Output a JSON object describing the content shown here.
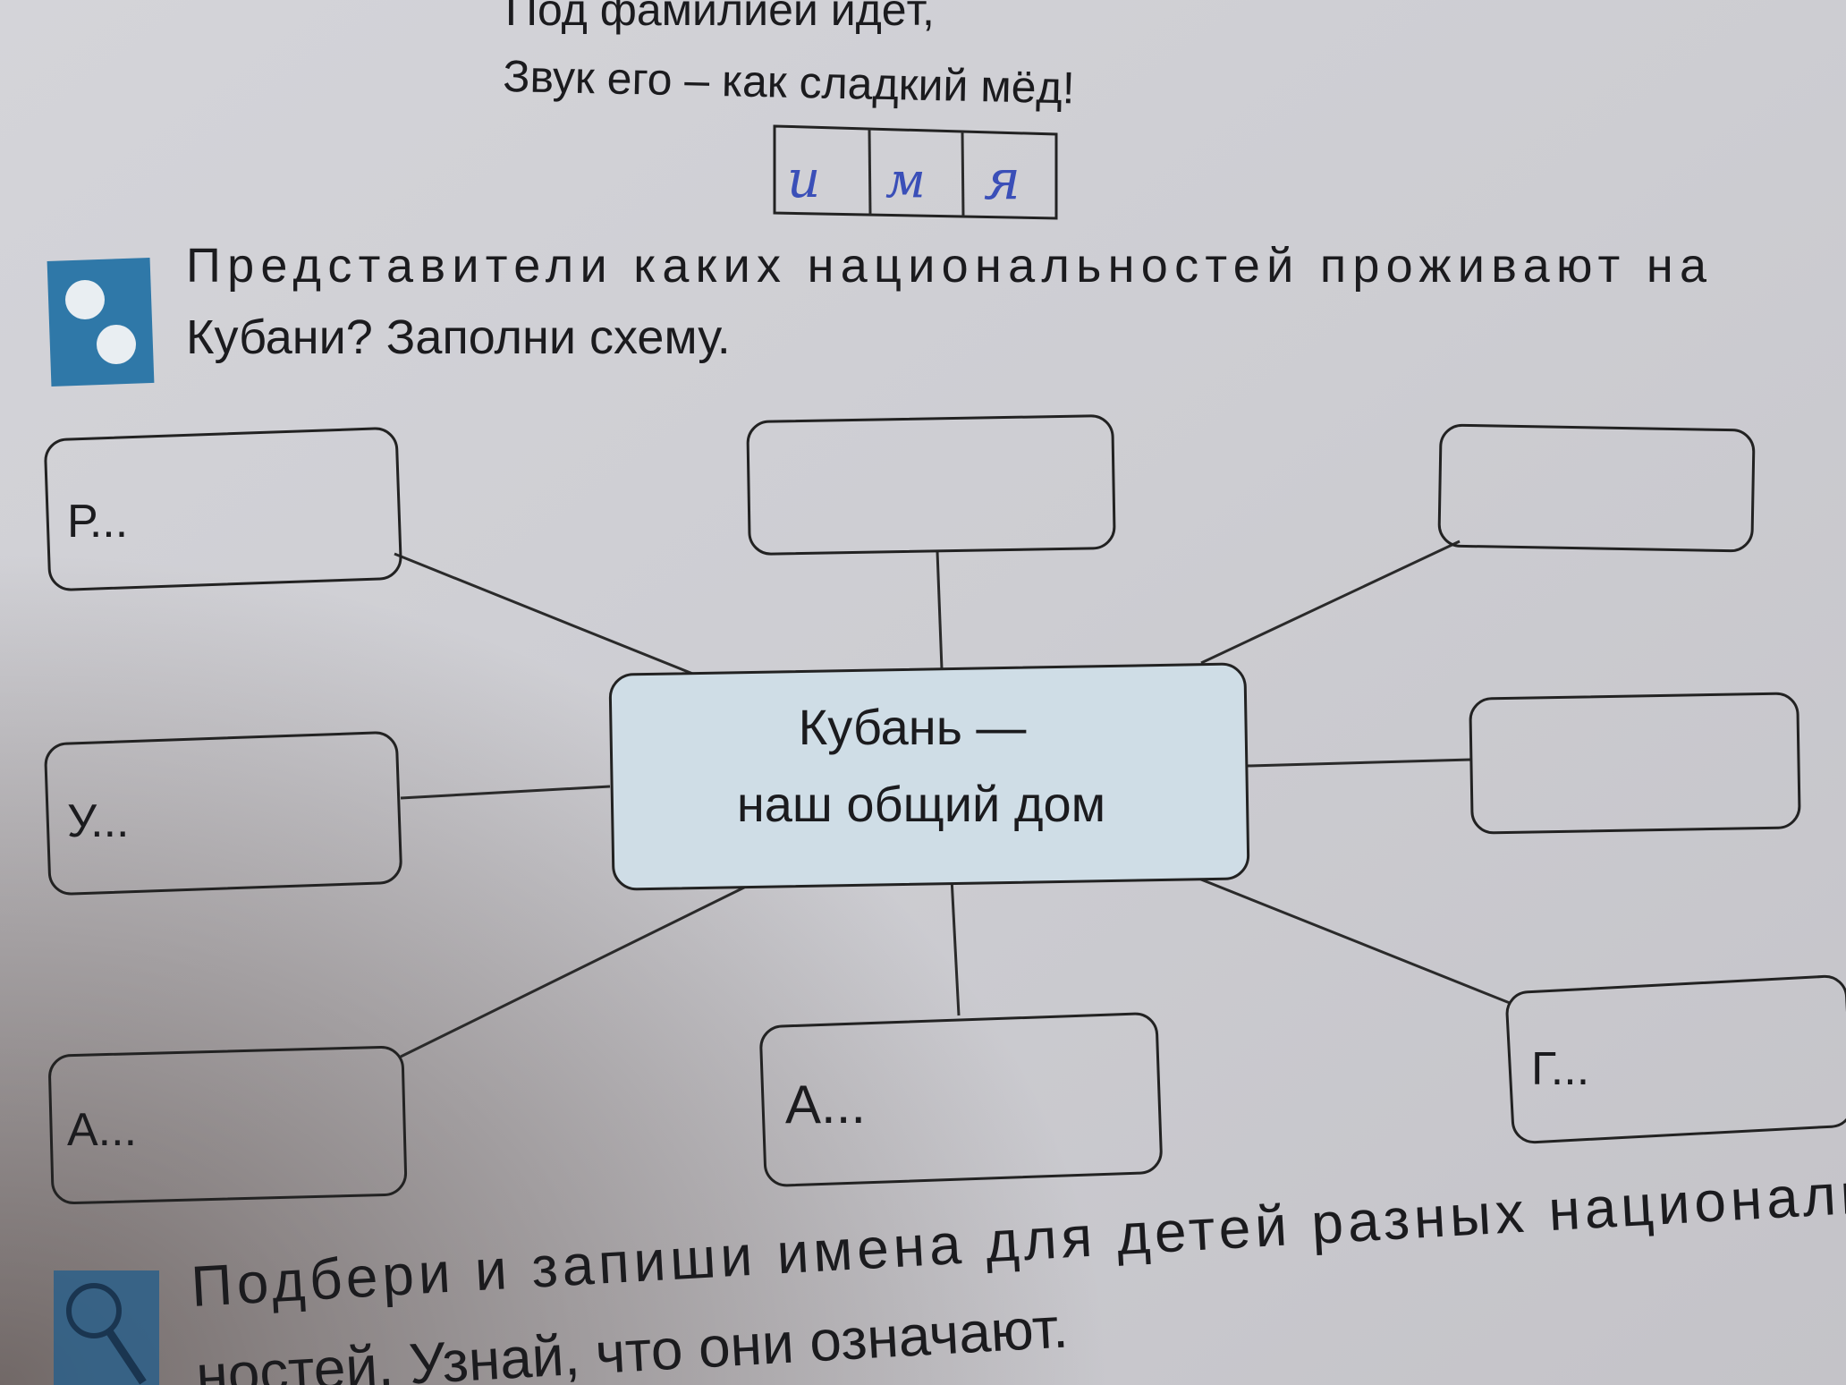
{
  "poem": {
    "line1": "Под фамилией идёт,",
    "line2": "Звук его – как сладкий мёд!"
  },
  "answer_cells": [
    "и",
    "м",
    "я"
  ],
  "task1": {
    "icon": "children-icon",
    "line1": "Представители каких национальностей проживают на",
    "line2": "Кубани? Заполни схему."
  },
  "diagram": {
    "center_line1": "Кубань —",
    "center_line2": "наш общий дом",
    "center_color": "#cfdde6",
    "nodes": [
      "Р...",
      "",
      "",
      "У...",
      "",
      "А...",
      "А...",
      "Г..."
    ]
  },
  "task2": {
    "icon": "magnifier-icon",
    "line1": "Подбери и запиши имена для детей разных националь",
    "line2": "ностей. Узнай, что они означают."
  },
  "colors": {
    "icon_blue": "#2f78a8",
    "ink_blue": "#3a4fb8"
  }
}
